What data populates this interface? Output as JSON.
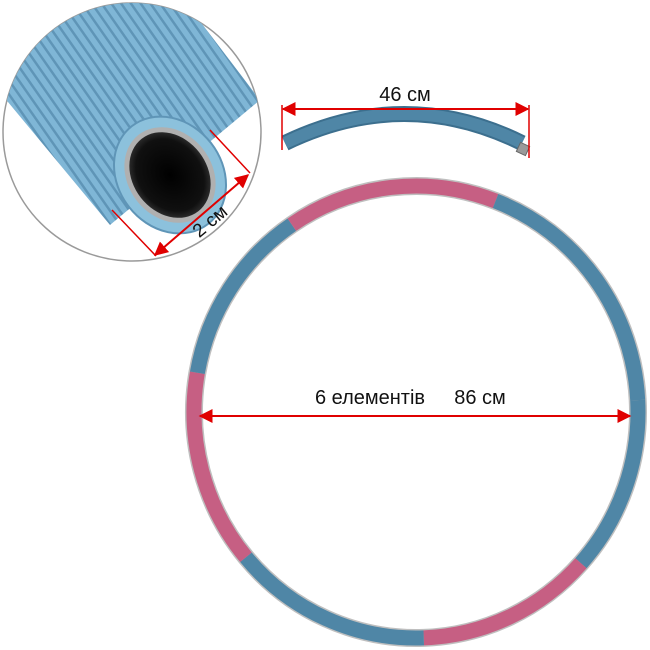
{
  "product": {
    "segment_count_label": "6 елементів",
    "diameter_label": "86 см",
    "segment_length_label": "46 см",
    "tube_diameter_label": "2 см"
  },
  "colors": {
    "segment_blue": "#4f86a6",
    "segment_pink": "#c65f83",
    "tube_blue": "#7fb6d6",
    "dimension_arrow": "#e00000"
  },
  "icons": {
    "detail_view": "magnified-tube-end-icon"
  }
}
